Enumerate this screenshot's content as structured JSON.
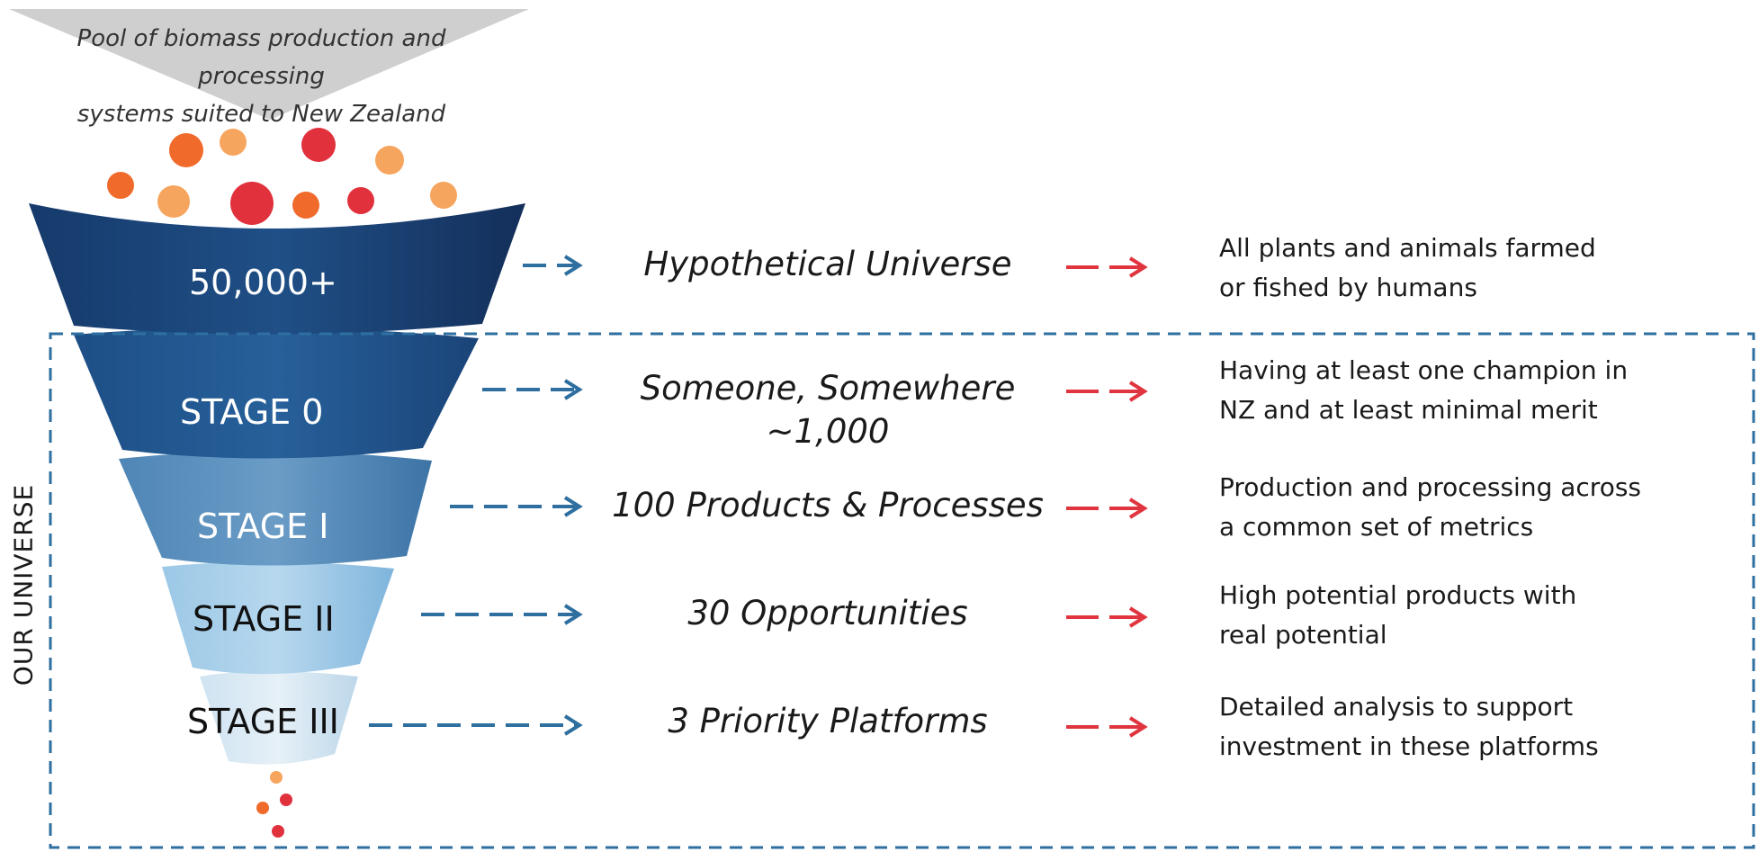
{
  "pool_caption": "Pool of biomass production and processing\nsystems suited to New Zealand",
  "side_label": "OUR UNIVERSE",
  "colors": {
    "arrow_blue": "#2e6fa0",
    "arrow_red": "#e0353f",
    "dashed_border": "#2e6fa0",
    "caption_triangle": "#cfcfcf"
  },
  "stages": [
    {
      "funnel_label": "50,000+",
      "middle": "Hypothetical Universe",
      "description": "All plants and animals farmed\nor fished by humans"
    },
    {
      "funnel_label": "STAGE 0",
      "middle": "Someone, Somewhere\n~1,000",
      "description": "Having at least one champion in\nNZ and at least minimal merit"
    },
    {
      "funnel_label": "STAGE I",
      "middle": "100 Products & Processes",
      "description": "Production and processing across\na common set of metrics"
    },
    {
      "funnel_label": "STAGE II",
      "middle": "30 Opportunities",
      "description": "High potential products with\nreal potential"
    },
    {
      "funnel_label": "STAGE III",
      "middle": "3 Priority Platforms",
      "description": "Detailed analysis to support\ninvestment in these platforms"
    }
  ]
}
